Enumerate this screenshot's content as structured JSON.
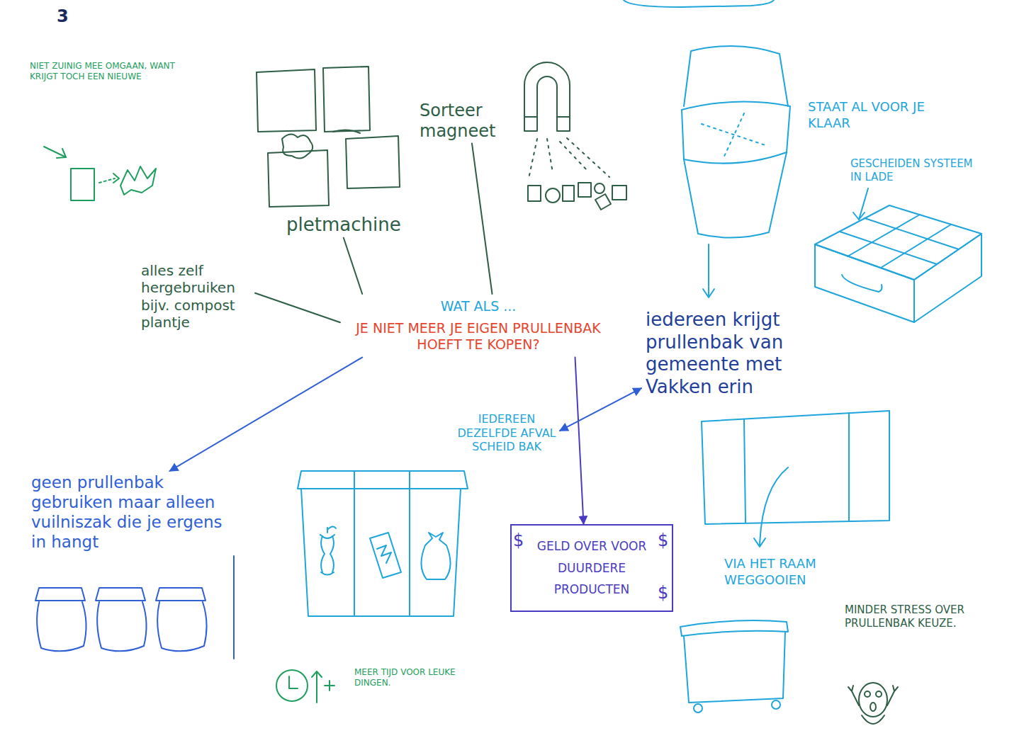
{
  "diagram": {
    "nodes": [
      {
        "text": [
          "WAT ALS ...",
          "JE NIET MEER JE EIGEN PRULLENBAK HOEFT TE KOPEN?"
        ]
      },
      {
        "text": [
          "pletmachine"
        ]
      },
      {
        "text": [
          "Sorteer magneet"
        ]
      },
      {
        "text": [
          "alles zelf hergebruiken bijv. compost plantje"
        ]
      },
      {
        "text": [
          "geen prullenbak gebruiken maar alleen vuilniszak die je ergens in hangt"
        ]
      },
      {
        "text": [
          "IEDEREEN DEZELFDE AFVAL SCHEID BAK"
        ]
      },
      {
        "text": [
          "GELD OVER VOOR DUURDERE PRODUCTEN"
        ]
      },
      {
        "text": [
          "iedereen krijgt prullenbak van gemeente met Vakken erin"
        ]
      }
    ],
    "edges": [
      {
        "from": 1,
        "to": 0,
        "arrow": "none"
      },
      {
        "from": 2,
        "to": 0,
        "arrow": "none"
      },
      {
        "from": 3,
        "to": 0,
        "arrow": "none"
      },
      {
        "from": 0,
        "to": 4,
        "arrow": "to"
      },
      {
        "from": 0,
        "to": 6,
        "arrow": "to"
      },
      {
        "from": 5,
        "to": 7,
        "arrow": "both"
      }
    ],
    "labels": [
      "3",
      "NIET ZUINIG MEE OMGAAN, WANT KRIJGT TOCH EEN NIEUWE",
      "STAAT AL VOOR JE KLAAR",
      "GESCHEIDEN SYSTEEM IN LADE",
      "$",
      "$",
      "$",
      "VIA HET RAAM WEGGOOIEN",
      "MEER TIJD VOOR LEUKE DINGEN.",
      "MINDER STRESS OVER PRULLENBAK KEUZE."
    ]
  }
}
